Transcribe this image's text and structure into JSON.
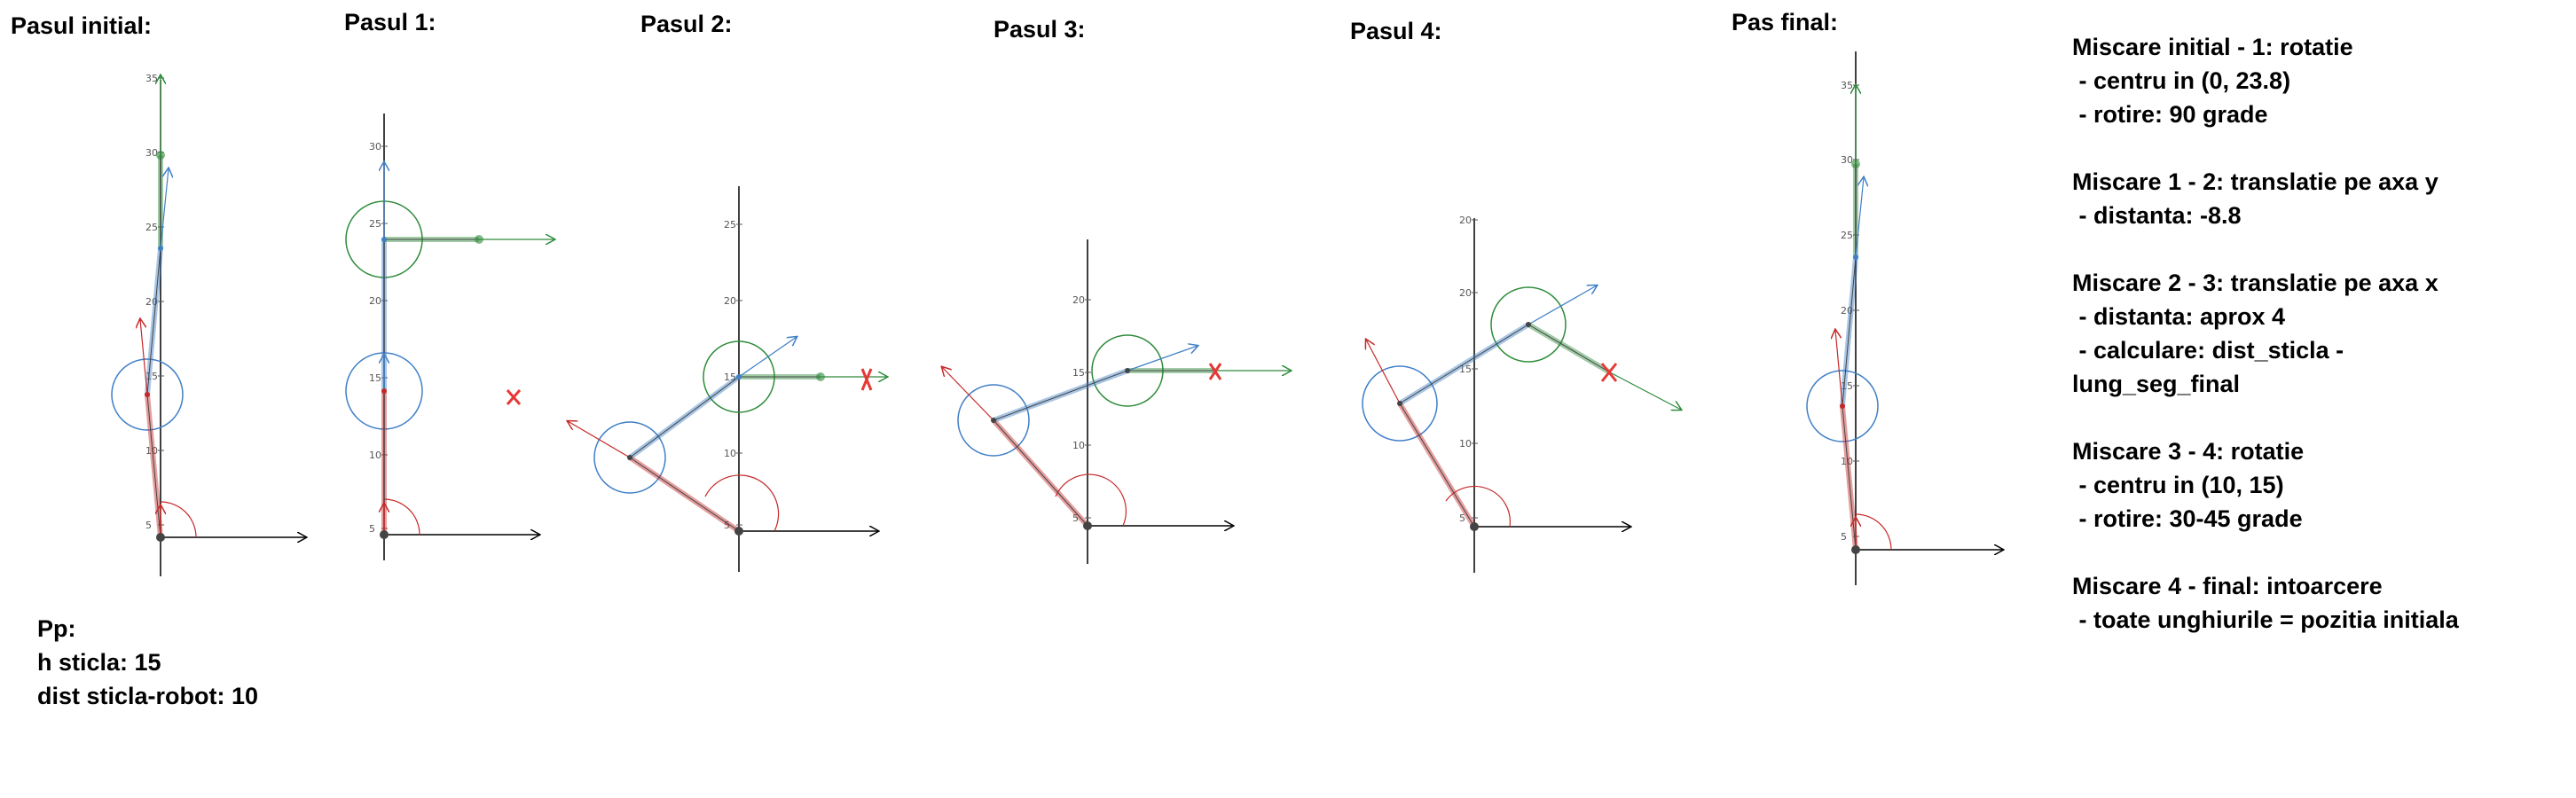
{
  "steps": [
    {
      "title": "Pasul initial:",
      "ticks": [
        "35",
        "30",
        "25",
        "20",
        "15",
        "10",
        "5"
      ]
    },
    {
      "title": "Pasul 1:",
      "ticks": [
        "30",
        "25",
        "20",
        "15",
        "10",
        "5"
      ]
    },
    {
      "title": "Pasul 2:",
      "ticks": [
        "25",
        "20",
        "15",
        "10",
        "5"
      ]
    },
    {
      "title": "Pasul 3:",
      "ticks": [
        "20",
        "15",
        "10",
        "5"
      ]
    },
    {
      "title": "Pasul 4:",
      "ticks": [
        "20",
        "15",
        "10",
        "5"
      ]
    },
    {
      "title": "Pas final:",
      "ticks": [
        "35",
        "30",
        "25",
        "20",
        "15",
        "10",
        "5"
      ]
    }
  ],
  "notes": {
    "m1_title": "Miscare initial - 1: rotatie",
    "m1_l1": " - centru in (0, 23.8)",
    "m1_l2": " - rotire: 90 grade",
    "m2_title": "Miscare 1 - 2: translatie pe axa y",
    "m2_l1": " - distanta: -8.8",
    "m3_title": "Miscare 2 - 3: translatie pe axa x",
    "m3_l1": " - distanta: aprox 4",
    "m3_l2": " - calculare: dist_sticla -",
    "m3_l3": "lung_seg_final",
    "m4_title": "Miscare 3 - 4: rotatie",
    "m4_l1": " - centru in (10, 15)",
    "m4_l2": " - rotire: 30-45 grade",
    "m5_title": "Miscare 4 - final: intoarcere",
    "m5_l1": " - toate unghiurile = pozitia initiala"
  },
  "params": {
    "title": "Pp:",
    "h_sticla": "h sticla: 15",
    "dist": "dist sticla-robot: 10"
  },
  "colors": {
    "segment1": "#c62828",
    "segment2": "#3f7fc6",
    "segment3": "#2e8b3a",
    "target": "#e53935",
    "axis": "#000000"
  }
}
